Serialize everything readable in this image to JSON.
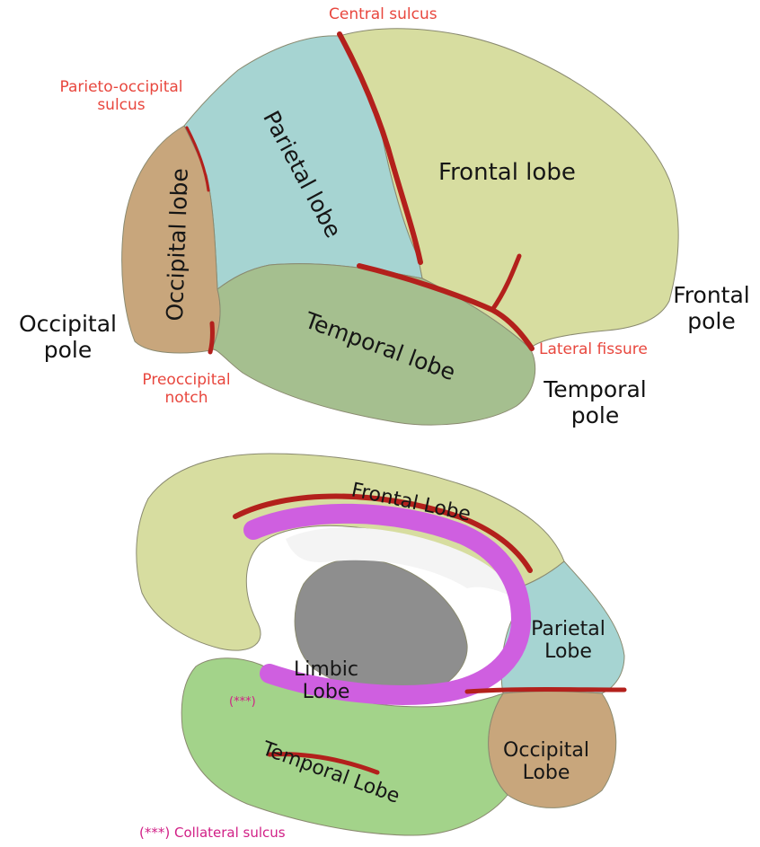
{
  "colors": {
    "frontal": "#d7dda0",
    "parietal": "#a6d4d2",
    "occipital": "#c8a67c",
    "temporal_lateral": "#a5bf8f",
    "temporal_medial": "#a3d38a",
    "limbic": "#cf5fe0",
    "sulcus": "#b3201c",
    "subcortical": "#8e8e8e",
    "annotation_red": "#e8473e",
    "annotation_pink": "#d11f86"
  },
  "lateral_view": {
    "sulci": {
      "central": "Central sulcus",
      "parieto_occipital_line1": "Parieto-occipital",
      "parieto_occipital_line2": "sulcus",
      "lateral": "Lateral fissure",
      "preoccipital_line1": "Preoccipital",
      "preoccipital_line2": "notch"
    },
    "lobes": {
      "parietal": "Parietal lobe",
      "frontal": "Frontal lobe",
      "occipital": "Occipital lobe",
      "temporal": "Temporal lobe"
    },
    "poles": {
      "occipital_line1": "Occipital",
      "occipital_line2": "pole",
      "frontal_line1": "Frontal",
      "frontal_line2": "pole",
      "temporal_line1": "Temporal",
      "temporal_line2": "pole"
    }
  },
  "medial_view": {
    "lobes": {
      "frontal": "Frontal Lobe",
      "parietal_line1": "Parietal",
      "parietal_line2": "Lobe",
      "limbic_line1": "Limbic",
      "limbic_line2": "Lobe",
      "occipital_line1": "Occipital",
      "occipital_line2": "Lobe",
      "temporal": "Temporal Lobe"
    },
    "marker": "(***)",
    "footnote": "(***) Collateral sulcus"
  }
}
